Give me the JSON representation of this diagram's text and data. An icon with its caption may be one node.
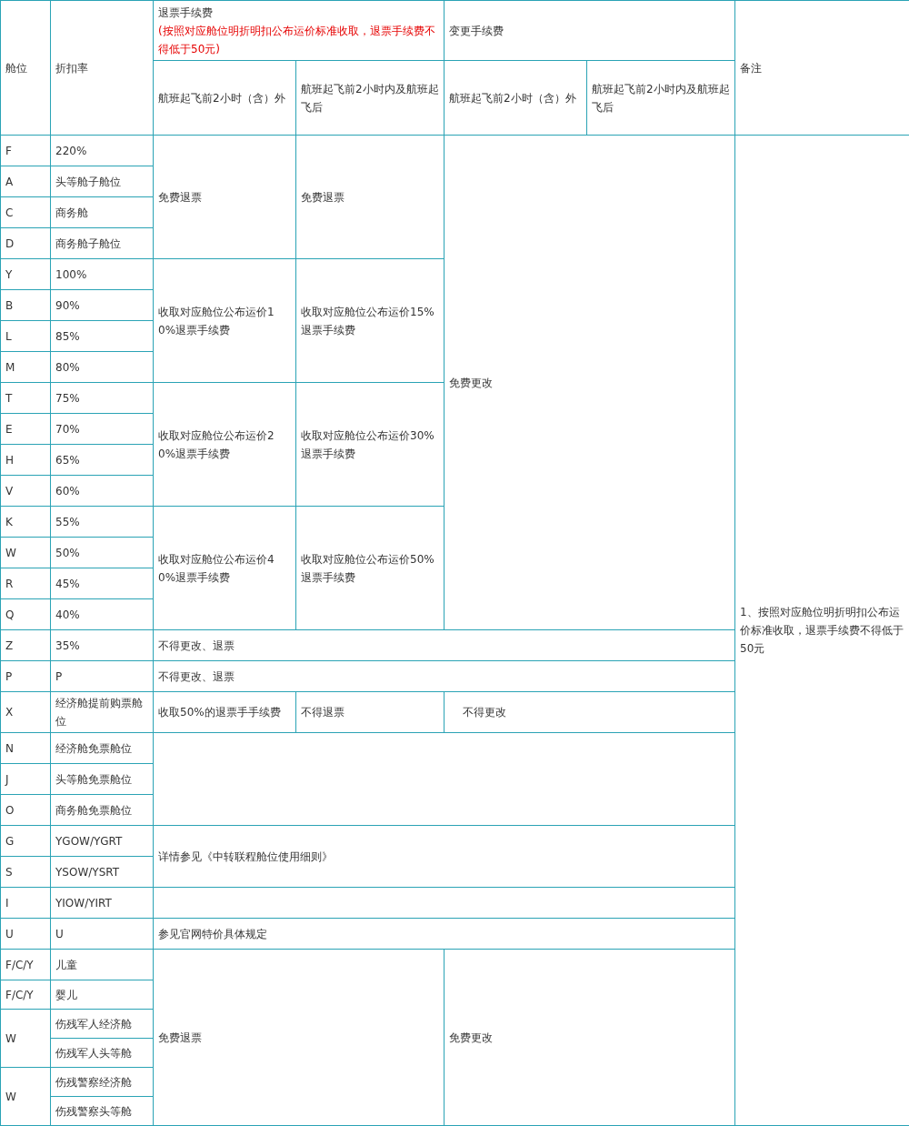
{
  "diagram": {
    "labels": [
      "舱位",
      "折扣率",
      "退票手续费",
      "(按照对应舱位明折明扣公布运价标准收取，退票手续费不得低于50元)",
      "变更手续费",
      "备注",
      "航班起飞前2小时（含）外",
      "航班起飞前2小时内及航班起飞后",
      "航班起飞前2小时（含）外",
      "航班起飞前2小时内及航班起飞后",
      "F",
      "220%",
      "免费退票",
      "免费退票",
      "免费更改",
      "1、按照对应舱位明折明扣公布运价标准收取，退票手续费不得低于50元",
      "A",
      "头等舱子舱位",
      "C",
      "商务舱",
      "D",
      "商务舱子舱位",
      "Y",
      "100%",
      "收取对应舱位公布运价10%退票手续费",
      "收取对应舱位公布运价15%退票手续费",
      "B",
      "90%",
      "L",
      "85%",
      "M",
      "80%",
      "T",
      "75%",
      "收取对应舱位公布运价20%退票手续费",
      "收取对应舱位公布运价30%退票手续费",
      "E",
      "70%",
      "H",
      "65%",
      "V",
      "60%",
      "K",
      "55%",
      "收取对应舱位公布运价40%退票手续费",
      "收取对应舱位公布运价50%退票手续费",
      "W",
      "50%",
      "R",
      "45%",
      "Q",
      "40%",
      "Z",
      "35%",
      "不得更改、退票",
      "P",
      "P",
      "不得更改、退票",
      "X",
      "经济舱提前购票舱位",
      "收取50%的退票手手续费",
      "不得退票",
      "不得更改",
      "N",
      "经济舱免票舱位",
      "J",
      "头等舱免票舱位",
      "O",
      "商务舱免票舱位",
      "G",
      "YGOW/YGRT",
      "详情参见《中转联程舱位使用细则》",
      "S",
      "YSOW/YSRT",
      "I",
      "YIOW/YIRT",
      "U",
      "U",
      "参见官网特价具体规定",
      "F/C/Y",
      "儿童",
      "免费退票",
      "免费更改",
      "F/C/Y",
      "婴儿",
      "W",
      "伤残军人经济舱",
      "伤残军人头等舱",
      "W",
      "伤残警察经济舱",
      "伤残警察头等舱"
    ]
  }
}
